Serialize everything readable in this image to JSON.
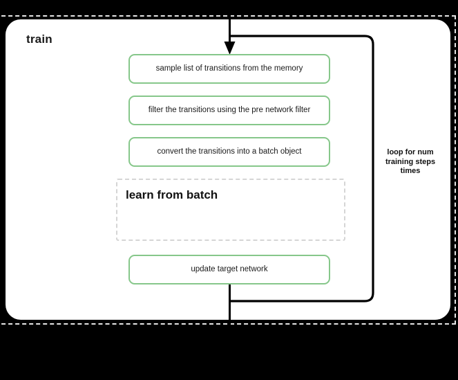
{
  "diagram": {
    "title": "train",
    "theme": {
      "step_border": "#86c78a",
      "step_fill": "#ffffff",
      "panel_fill": "#ffffff",
      "outer_border": "#e6e6e6",
      "sub_border": "#d5d5d5",
      "connector": "#000000",
      "background": "#000000",
      "text": "#1a1a1a"
    },
    "steps": [
      {
        "id": "sample-transitions",
        "label": "sample list of transitions from the memory"
      },
      {
        "id": "filter-transitions",
        "label": "filter the transitions using the pre network filter"
      },
      {
        "id": "convert-batch",
        "label": "convert the transitions into a batch object"
      },
      {
        "id": "update-target-network",
        "label": "update target network"
      }
    ],
    "sub_process": {
      "id": "learn-from-batch",
      "label": "learn from batch"
    },
    "loop": {
      "id": "training-steps-loop",
      "label": "loop for num training steps times"
    },
    "connectors": {
      "entry_arrow": "arrow-down-into-first-step",
      "loop_path": "loop-back-right-edge",
      "exit_line": "line-down-out-of-panel"
    }
  }
}
